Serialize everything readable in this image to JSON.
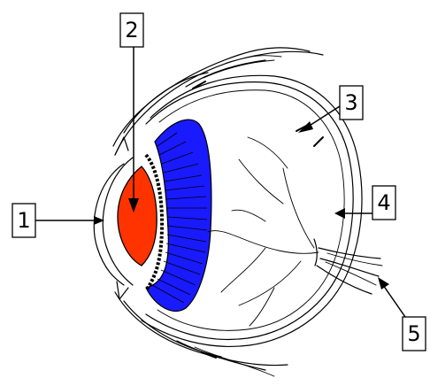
{
  "diagram": {
    "labels": [
      {
        "id": "1",
        "text": "1"
      },
      {
        "id": "2",
        "text": "2"
      },
      {
        "id": "3",
        "text": "3"
      },
      {
        "id": "4",
        "text": "4"
      },
      {
        "id": "5",
        "text": "5"
      }
    ],
    "colors": {
      "lens": "#ff3300",
      "ciliary_body": "#1a1aff",
      "outline": "#000000",
      "background": "#ffffff"
    }
  }
}
